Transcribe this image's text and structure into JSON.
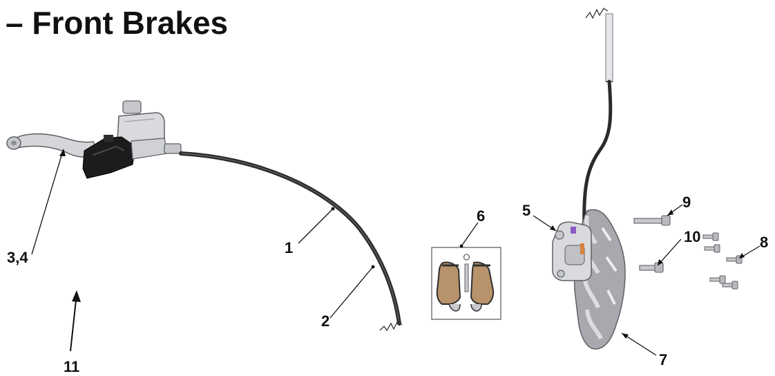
{
  "title": "– Front Brakes",
  "callouts": {
    "c1": "1",
    "c2": "2",
    "c3_4": "3,4",
    "c5": "5",
    "c6": "6",
    "c7": "7",
    "c8": "8",
    "c9": "9",
    "c10": "10",
    "c11": "11"
  },
  "colors": {
    "text": "#111111",
    "hose": "#2b2b2b",
    "metal_light": "#d4d6da",
    "metal_dark": "#8e9097",
    "lever_black": "#1c1c1c",
    "pad_friction": "#b8926a",
    "rotor": "#a7a9ae"
  }
}
